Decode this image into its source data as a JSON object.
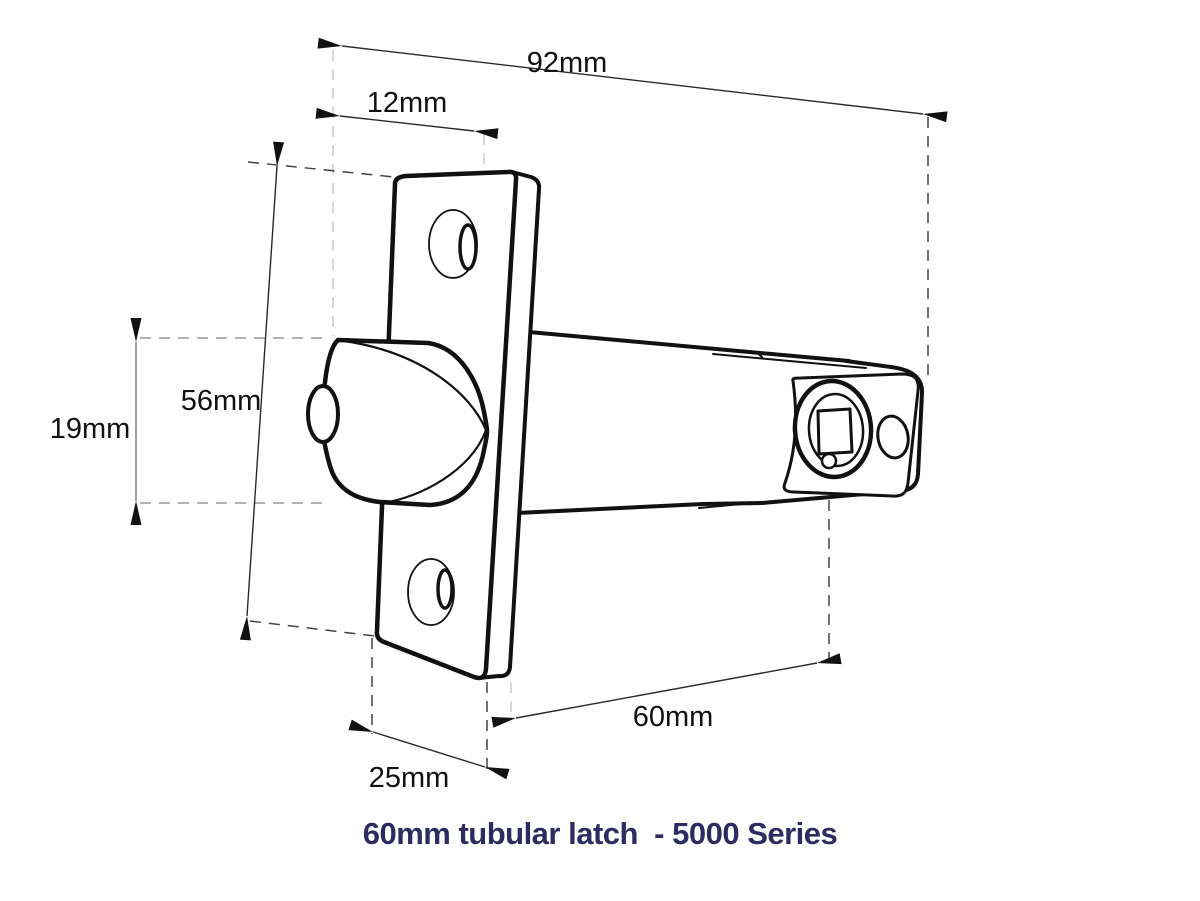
{
  "title": {
    "text": "60mm tubular latch  - 5000 Series",
    "color": "#2e2b63"
  },
  "dimensions": {
    "d92": "92mm",
    "d12": "12mm",
    "d56": "56mm",
    "d19": "19mm",
    "d60": "60mm",
    "d25": "25mm"
  },
  "colors": {
    "background": "#ffffff",
    "hardware_outline": "#111111",
    "dimension_line": "#2a2a2a",
    "dimension_line_gray": "#777777",
    "extension_dash_dark": "#444444",
    "extension_dash_gray": "#999999",
    "extension_dash_light": "#cccccc",
    "title_text": "#2e2b63"
  }
}
